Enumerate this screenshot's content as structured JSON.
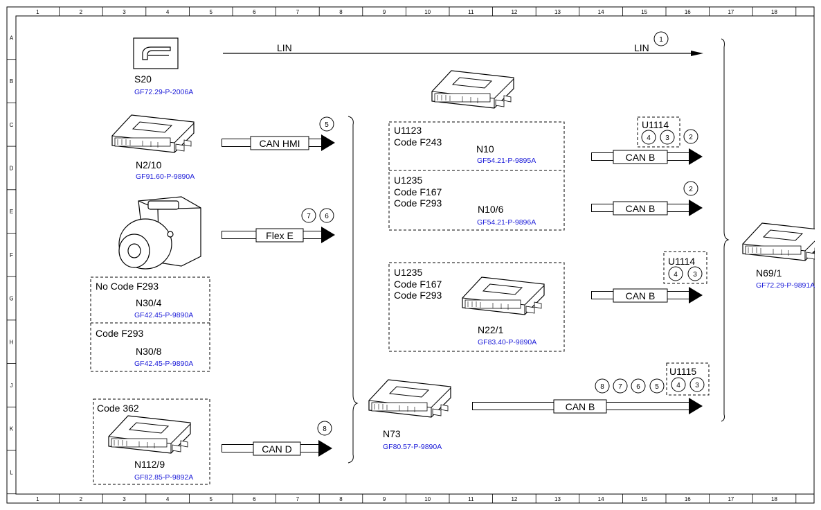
{
  "grid": {
    "columns": [
      "1",
      "2",
      "3",
      "4",
      "5",
      "6",
      "7",
      "8",
      "9",
      "10",
      "11",
      "12",
      "13",
      "14",
      "15",
      "16",
      "17",
      "18"
    ],
    "rows": [
      "A",
      "B",
      "C",
      "D",
      "E",
      "F",
      "G",
      "H",
      "J",
      "K",
      "L"
    ]
  },
  "lin": {
    "label_left": "LIN",
    "label_right": "LIN",
    "ref": "1"
  },
  "s20": {
    "name": "S20",
    "ref": "GF72.29-P-2006A"
  },
  "n2_10": {
    "name": "N2/10",
    "ref": "GF91.60-P-9890A",
    "bus": "CAN HMI",
    "circles": [
      "5"
    ]
  },
  "n30": {
    "bus": "Flex E",
    "circles": [
      "7",
      "6"
    ],
    "box1": {
      "code": "No Code F293",
      "name": "N30/4",
      "ref": "GF42.45-P-9890A"
    },
    "box2": {
      "code": "Code F293",
      "name": "N30/8",
      "ref": "GF42.45-P-9890A"
    }
  },
  "n112_9": {
    "code": "Code 362",
    "name": "N112/9",
    "ref": "GF82.85-P-9892A",
    "bus": "CAN D",
    "circles": [
      "8"
    ]
  },
  "n10": {
    "box1": {
      "l1": "U1123",
      "l2": "Code F243",
      "name": "N10",
      "ref": "GF54.21-P-9895A"
    },
    "box2": {
      "l1": "U1235",
      "l2": "Code F167",
      "l3": "Code F293",
      "name": "N10/6",
      "ref": "GF54.21-P-9896A"
    },
    "bus1": "CAN B",
    "bus2": "CAN B",
    "u1114": {
      "label": "U1114",
      "circles": [
        "4",
        "3"
      ]
    },
    "circle2a": "2",
    "circle2b": "2"
  },
  "n22_1": {
    "l1": "U1235",
    "l2": "Code F167",
    "l3": "Code F293",
    "name": "N22/1",
    "ref": "GF83.40-P-9890A",
    "bus": "CAN B",
    "u1114": {
      "label": "U1114",
      "circles": [
        "4",
        "3"
      ]
    }
  },
  "n73": {
    "name": "N73",
    "ref": "GF80.57-P-9890A",
    "bus": "CAN B",
    "circles": [
      "8",
      "7",
      "6",
      "5"
    ],
    "u1115": {
      "label": "U1115",
      "circles": [
        "4",
        "3"
      ]
    }
  },
  "n69_1": {
    "name": "N69/1",
    "ref": "GF72.29-P-9891A"
  }
}
